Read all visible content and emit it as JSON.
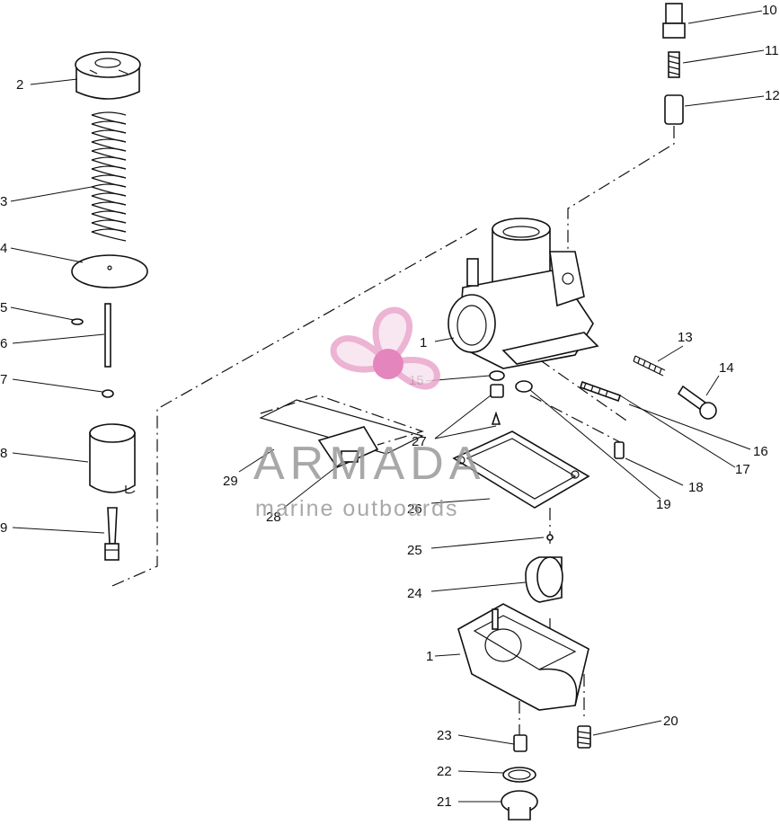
{
  "watermark": {
    "brand": "ARMADA",
    "tagline": "marine outboards",
    "colors": {
      "petal": "#e9a6cc",
      "petal_dark": "#e070b2",
      "text": "#9a9a9a"
    }
  },
  "callouts": [
    "1",
    "1",
    "2",
    "3",
    "4",
    "5",
    "6",
    "7",
    "8",
    "9",
    "10",
    "11",
    "12",
    "13",
    "14",
    "15",
    "16",
    "17",
    "18",
    "19",
    "20",
    "21",
    "22",
    "23",
    "24",
    "25",
    "26",
    "27",
    "28",
    "29"
  ]
}
